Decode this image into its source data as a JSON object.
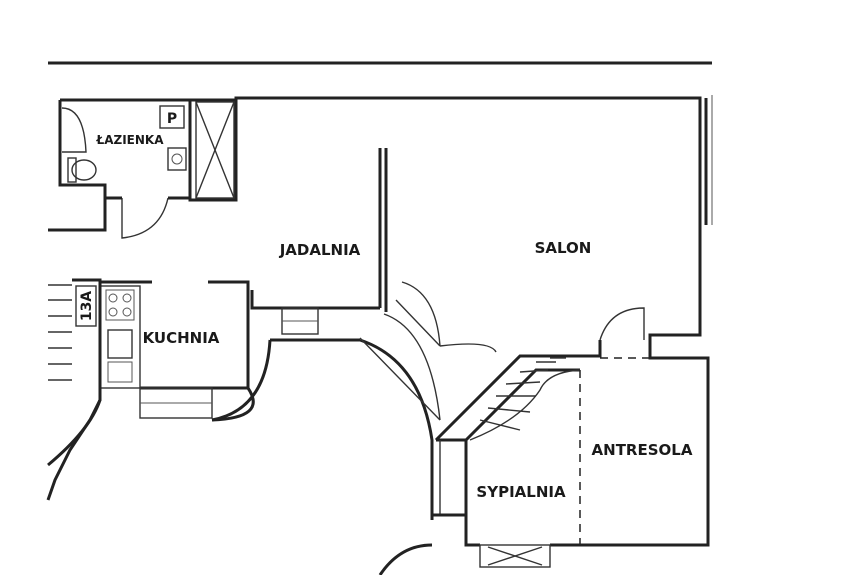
{
  "rooms": {
    "bathroom": "ŁAZIENKA",
    "dining": "JADALNIA",
    "living": "SALON",
    "kitchen": "KUCHNIA",
    "mezzanine": "ANTRESOLA",
    "bedroom": "SYPIALNIA"
  },
  "marks": {
    "parking": "P",
    "unit": "13A"
  }
}
